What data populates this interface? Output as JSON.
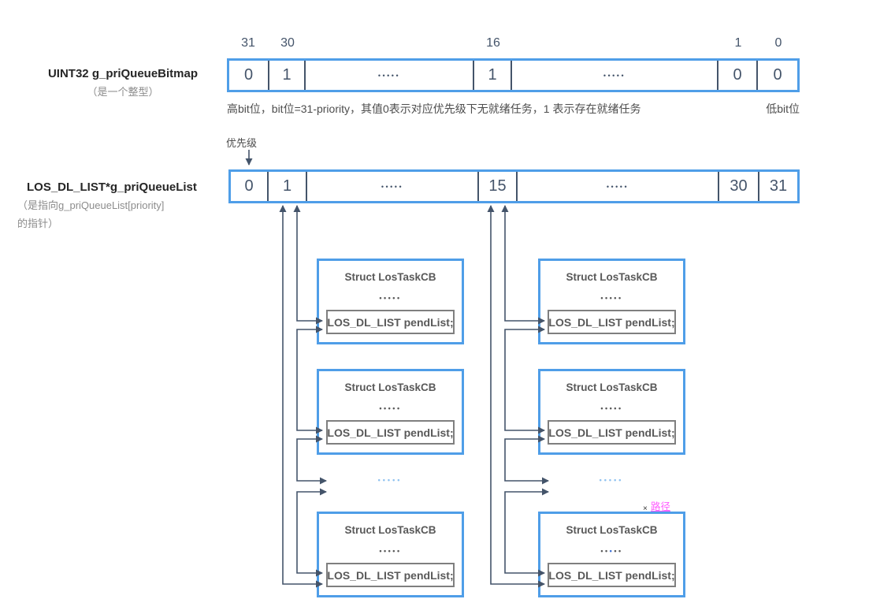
{
  "bitmap": {
    "label_line1": "UINT32 g_priQueueBitmap",
    "label_line2": "（是一个整型）",
    "bit_labels": [
      "31",
      "30",
      "16",
      "1",
      "0"
    ],
    "cells": [
      "0",
      "1",
      "•••••",
      "1",
      "•••••",
      "0",
      "0"
    ],
    "caption_left": "高bit位，bit位=31-priority，其值0表示对应优先级下无就绪任务，1 表示存在就绪任务",
    "caption_right": "低bit位"
  },
  "queue_list": {
    "label_line1": "LOS_DL_LIST*g_priQueueList",
    "label_line2": "（是指向g_priQueueList[priority]",
    "label_line3": "的指针）",
    "priority_label": "优先级",
    "cells": [
      "0",
      "1",
      "•••••",
      "15",
      "•••••",
      "30",
      "31"
    ]
  },
  "task_box": {
    "title": "Struct LosTaskCB",
    "ellipsis": "•••••",
    "ellipsis_pre": "••",
    "ellipsis_mid": "•",
    "ellipsis_post": "••",
    "member": "LOS_DL_LIST pendList;"
  },
  "separators": {
    "dots": "•••••"
  },
  "annotations": {
    "path_label": "路径",
    "cursor_mark": "×"
  },
  "colors": {
    "accent_blue": "#4F9EE8",
    "line_dark": "#44546A",
    "text_dark": "#262626",
    "text_gray": "#8C8C8C",
    "struct_text": "#595959",
    "inner_border": "#7F7F7F",
    "dots_light_blue": "#8FC2F0",
    "path_magenta": "#FF5BFF",
    "selection_blue": "#3B6FD4"
  }
}
